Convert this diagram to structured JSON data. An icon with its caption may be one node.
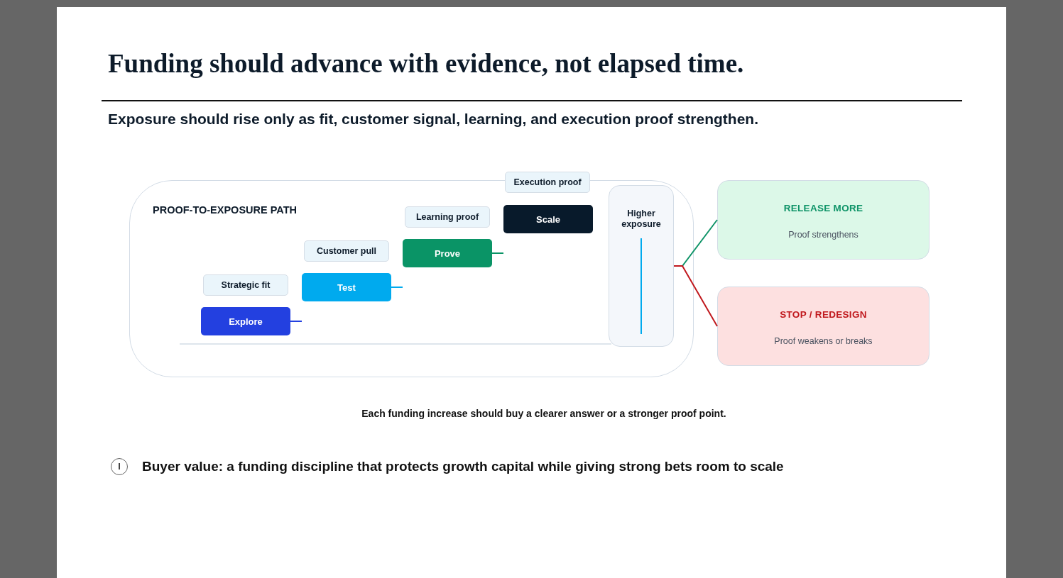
{
  "diagram": {
    "title": "Funding should advance with evidence, not elapsed time.",
    "caption": "Each funding increase should buy a clearer answer or a stronger proof point.",
    "nodes": [
      {
        "text": [
          "PROOF-TO-EXPOSURE PATH"
        ]
      },
      {
        "text": [
          "Explore"
        ],
        "in": 0
      },
      {
        "text": [
          "Strategic fit"
        ],
        "in": 0
      },
      {
        "text": [
          "Test"
        ],
        "in": 0
      },
      {
        "text": [
          "Customer pull"
        ],
        "in": 0
      },
      {
        "text": [
          "Prove"
        ],
        "in": 0
      },
      {
        "text": [
          "Learning proof"
        ],
        "in": 0
      },
      {
        "text": [
          "Scale"
        ],
        "in": 0
      },
      {
        "text": [
          "Execution proof"
        ]
      },
      {
        "text": [
          "Higher exposure"
        ],
        "in": 0
      },
      {
        "text": [
          "RELEASE MORE",
          "Proof strengthens"
        ]
      },
      {
        "text": [
          "STOP / REDESIGN",
          "Proof weakens or breaks"
        ]
      }
    ],
    "edges": [
      {
        "from": 9,
        "to": 10,
        "arrow": "none",
        "color": "#0f9468"
      },
      {
        "from": 9,
        "to": 11,
        "arrow": "none",
        "color": "#c0181d"
      }
    ],
    "labels": [
      "Exposure should rise only as fit, customer signal, learning, and execution proof strengthen.",
      "Buyer value: a funding discipline that protects growth capital while giving strong bets room to scale"
    ]
  }
}
